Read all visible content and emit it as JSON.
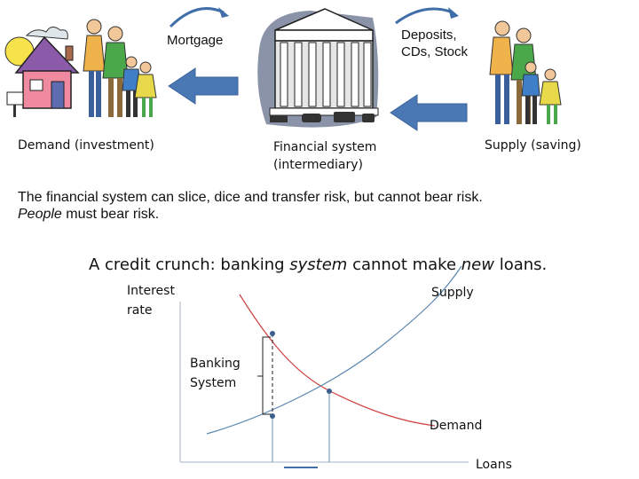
{
  "top": {
    "mortgage_label": "Mortgage",
    "deposits_label": "Deposits, CDs, Stock",
    "demand_label": "Demand (investment)",
    "financial_label_line1": "Financial system",
    "financial_label_line2": "(intermediary)",
    "supply_label": "Supply (saving)"
  },
  "risk": {
    "line1": "The financial system can slice, dice and transfer risk, but cannot bear risk.",
    "line2_emph": "People",
    "line2_rest": " must bear risk."
  },
  "headline": {
    "part1": "A credit crunch: banking ",
    "em1": "system",
    "part2": " cannot make ",
    "em2": "new",
    "part3": " loans."
  },
  "graph": {
    "ylabel_line1": "Interest",
    "ylabel_line2": "rate",
    "supply_label": "Supply",
    "demand_label": "Demand",
    "xlabel": "Loans",
    "bracket_label_line1": "Banking",
    "bracket_label_line2": "System"
  },
  "colors": {
    "arrow_fill": "#4a78b4",
    "curved_arrow": "#3f6ea8",
    "demand_curve": "#d04040",
    "supply_curve": "#5a86b0",
    "dot": "#3a5f8c"
  },
  "icons": [
    "house-icon",
    "family-icon",
    "bank-building-icon",
    "family-icon"
  ]
}
